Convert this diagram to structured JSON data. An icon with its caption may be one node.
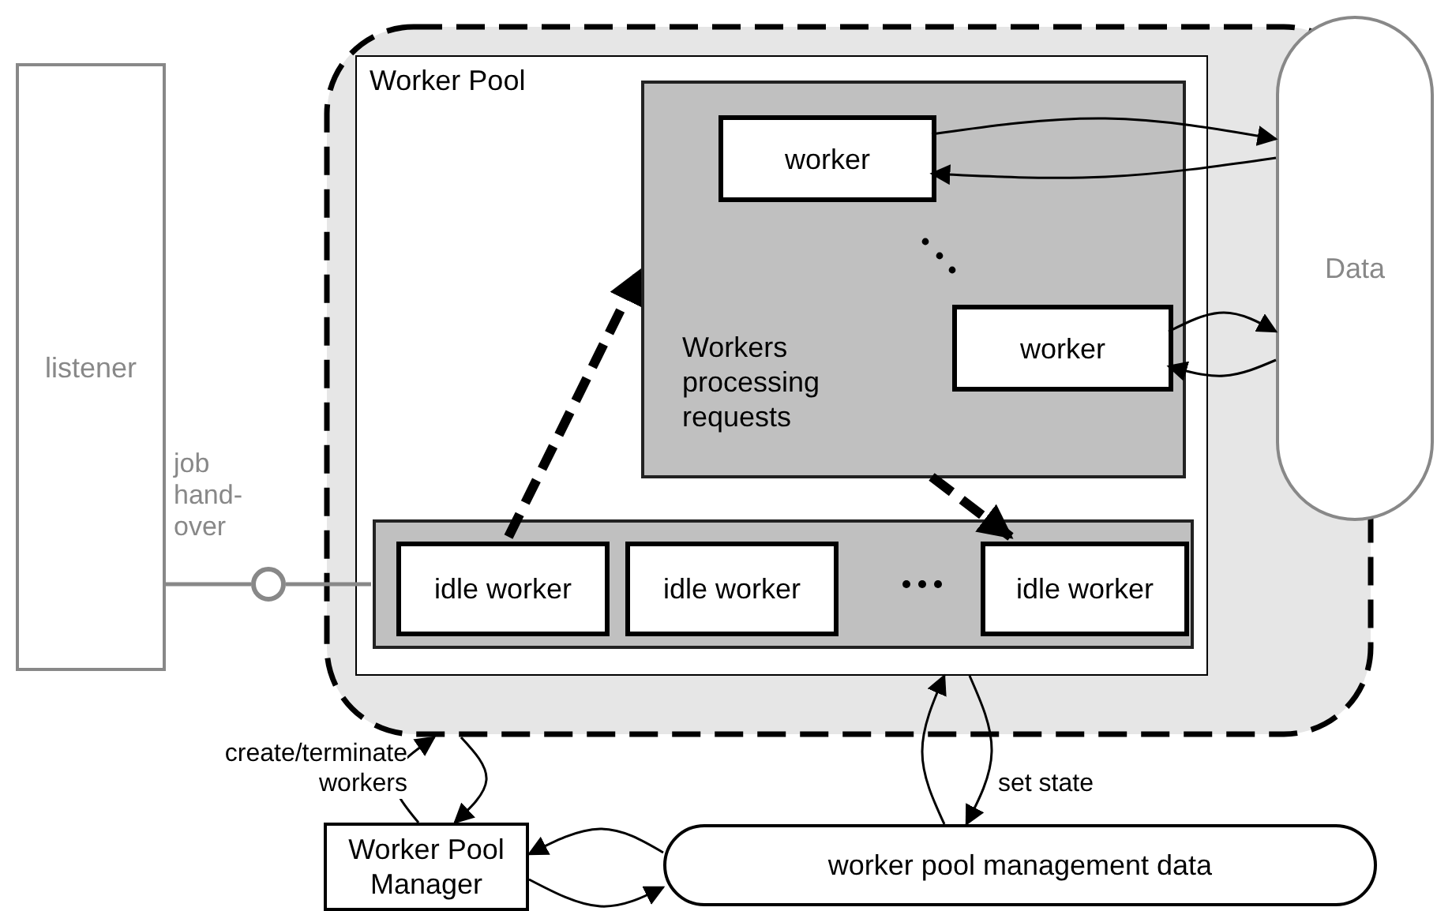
{
  "diagram": {
    "nodes": [
      {
        "text": [
          "listener"
        ]
      },
      {
        "text": [],
        "shape": "box"
      },
      {
        "text": [
          "Worker Pool"
        ],
        "in": 1
      },
      {
        "text": [
          "Workers processing requests"
        ],
        "in": 2
      },
      {
        "text": [
          "worker"
        ],
        "in": 3
      },
      {
        "text": [
          "worker"
        ],
        "in": 3
      },
      {
        "text": [],
        "shape": "box",
        "in": 2
      },
      {
        "text": [
          "idle worker"
        ],
        "in": 6
      },
      {
        "text": [
          "idle worker"
        ],
        "in": 6
      },
      {
        "text": [
          "idle worker"
        ],
        "in": 6
      },
      {
        "text": [
          "Data"
        ]
      },
      {
        "text": [],
        "shape": "circle"
      },
      {
        "text": [
          "Worker Pool Manager"
        ]
      },
      {
        "text": [
          "worker pool management data"
        ]
      }
    ],
    "edges": [
      {
        "from": 0,
        "to": 11,
        "arrow": "none",
        "color": "#888888"
      },
      {
        "from": 11,
        "to": 6,
        "arrow": "none",
        "color": "#888888"
      },
      {
        "from": 4,
        "to": 10,
        "arrow": "to"
      },
      {
        "from": 10,
        "to": 4,
        "arrow": "to"
      },
      {
        "from": 5,
        "to": 10,
        "arrow": "to"
      },
      {
        "from": 10,
        "to": 5,
        "arrow": "to"
      },
      {
        "from": 7,
        "to": 3,
        "arrow": "to",
        "style": "dashed"
      },
      {
        "from": 3,
        "to": 9,
        "arrow": "to",
        "style": "dashed"
      },
      {
        "from": 12,
        "to": 1,
        "arrow": "to",
        "label": "create/terminate workers"
      },
      {
        "from": 1,
        "to": 12,
        "arrow": "to"
      },
      {
        "from": 13,
        "to": 2,
        "arrow": "to"
      },
      {
        "from": 2,
        "to": 13,
        "arrow": "to",
        "label": "set state"
      },
      {
        "from": 13,
        "to": 12,
        "arrow": "to"
      },
      {
        "from": 12,
        "to": 13,
        "arrow": "to"
      }
    ],
    "labels": [
      "job hand-over"
    ]
  }
}
